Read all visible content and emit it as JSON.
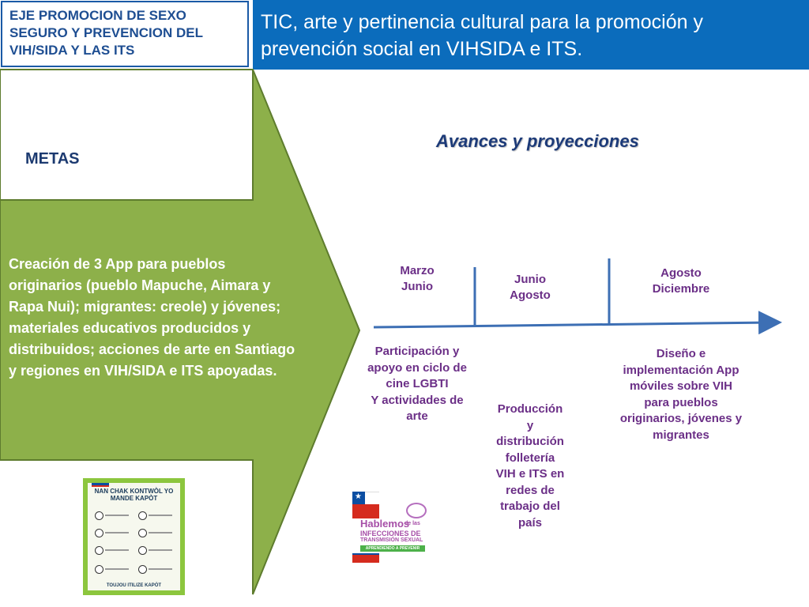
{
  "header": {
    "eje_title": "EJE PROMOCION DE SEXO SEGURO Y PREVENCION DEL VIH/SIDA Y LAS ITS",
    "slide_title": "TIC, arte y pertinencia cultural para la promoción y prevención social en VIHSIDA e ITS."
  },
  "left": {
    "metas_label": "METAS",
    "goal_text": "Creación de 3 App para pueblos originarios (pueblo Mapuche, Aimara y Rapa Nui); migrantes: creole) y jóvenes; materiales educativos producidos y distribuidos; acciones de arte en Santiago y regiones en VIH/SIDA e ITS apoyadas."
  },
  "right": {
    "section_title": "Avances  y proyecciones",
    "periods": [
      {
        "label": "Marzo\nJunio"
      },
      {
        "label": "Junio\nAgosto"
      },
      {
        "label": "Agosto\nDiciembre"
      }
    ],
    "activities": [
      {
        "text": "Participación y\napoyo en ciclo de\ncine LGBTI\nY actividades de\narte"
      },
      {
        "text": "Producción\ny\ndistribución\nfolletería\nVIH e ITS en\nredes de\ntrabajo del\npaís"
      },
      {
        "text": "Diseño e\nimplementación App\nmóviles sobre VIH\npara pueblos\noriginarios, jóvenes y\nmigrantes"
      }
    ]
  },
  "poster": {
    "title": "NAN CHAK KONTWÒL YO MANDE KAPÒT",
    "footer": "TOUJOU ITILIZE KAPÒT"
  },
  "logo": {
    "hablemos": "Hablemos",
    "de_las": "de las",
    "infecciones": "INFECCIONES DE",
    "transmision": "TRANSMISIÓN SEXUAL",
    "tagline": "APRENDIENDO A PREVENIR"
  },
  "colors": {
    "header_blue": "#0b6cbc",
    "arrow_green": "#8db04a",
    "arrow_border": "#5e7c2e",
    "timeline_blue": "#3d6fb4",
    "text_purple": "#6b2f87",
    "navy": "#1c3a70"
  }
}
